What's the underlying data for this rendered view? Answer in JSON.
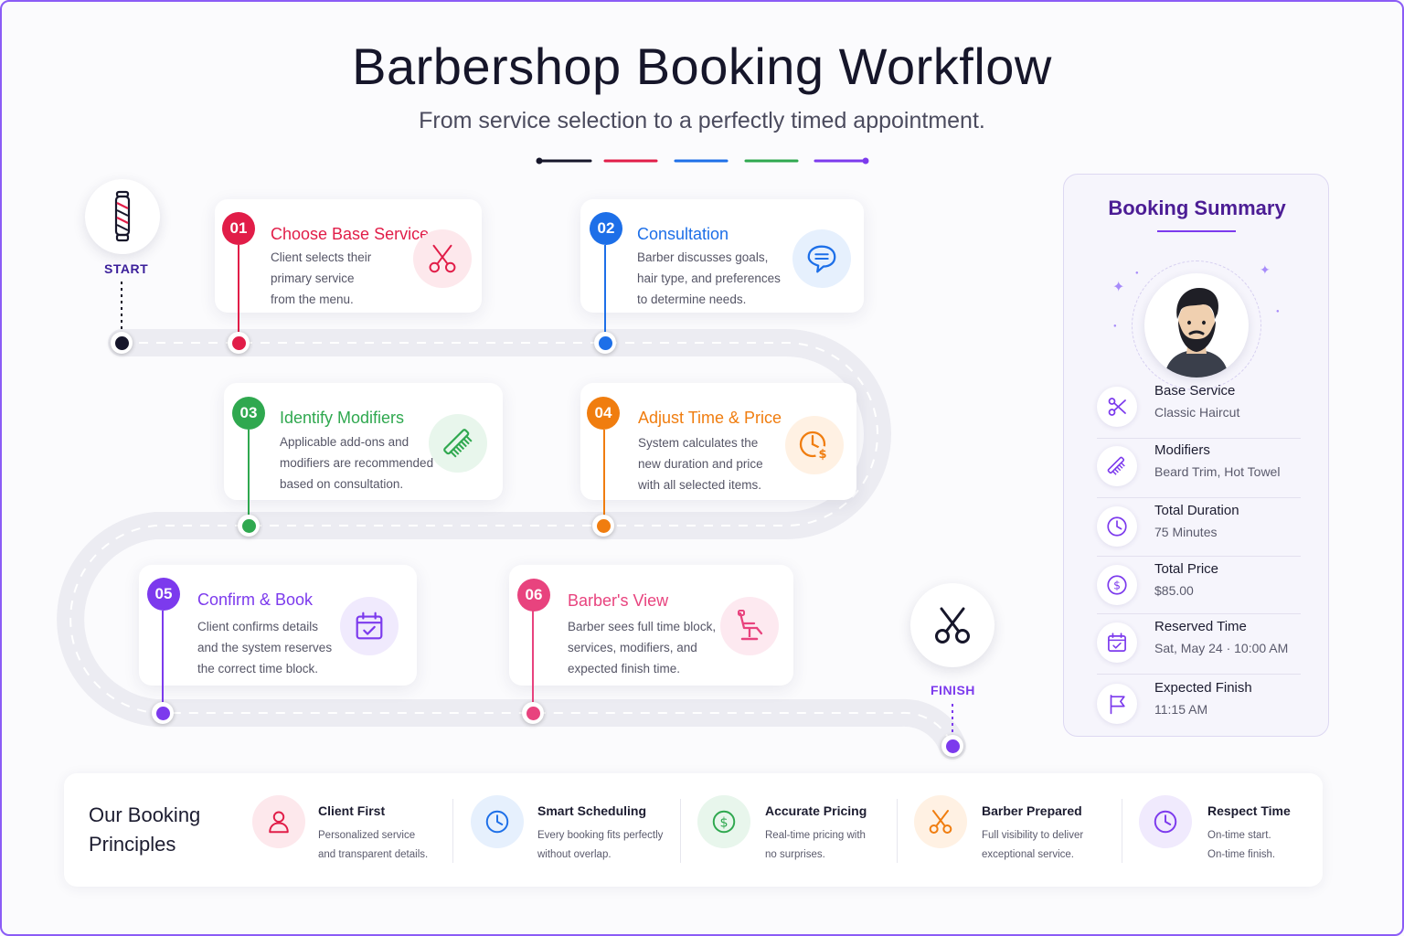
{
  "header": {
    "title": "Barbershop Booking Workflow",
    "subtitle": "From service selection to a perfectly timed appointment."
  },
  "colors": {
    "start": "#16162a",
    "step1": "#e11d48",
    "step2": "#1d6fe8",
    "step3": "#2fa84f",
    "step4": "#f07d0f",
    "step5": "#7c3aed",
    "step6": "#e8437e",
    "accent": "#7c3aed"
  },
  "markers": {
    "start_label": "START",
    "finish_label": "FINISH",
    "start_icon": "barber-pole-icon",
    "finish_icon": "scissors-icon"
  },
  "steps": [
    {
      "number": "01",
      "title": "Choose Base Service",
      "lines": [
        "Client selects their",
        "primary service",
        "from the menu."
      ],
      "icon": "scissors-icon"
    },
    {
      "number": "02",
      "title": "Consultation",
      "lines": [
        "Barber discusses goals,",
        "hair type, and preferences",
        "to determine needs."
      ],
      "icon": "chat-bubble-icon"
    },
    {
      "number": "03",
      "title": "Identify Modifiers",
      "lines": [
        "Applicable add-ons and",
        "modifiers are recommended",
        "based on consultation."
      ],
      "icon": "comb-icon"
    },
    {
      "number": "04",
      "title": "Adjust Time & Price",
      "lines": [
        "System calculates the",
        "new duration and price",
        "with all selected items."
      ],
      "icon": "clock-dollar-icon"
    },
    {
      "number": "05",
      "title": "Confirm & Book",
      "lines": [
        "Client confirms details",
        "and the system reserves",
        "the correct time block."
      ],
      "icon": "calendar-check-icon"
    },
    {
      "number": "06",
      "title": "Barber's View",
      "lines": [
        "Barber sees full time block,",
        "services, modifiers, and",
        "expected finish time."
      ],
      "icon": "barber-chair-icon"
    }
  ],
  "summary": {
    "title": "Booking Summary",
    "avatar_icon": "bearded-man-avatar-icon",
    "rows": [
      {
        "label": "Base Service",
        "value": "Classic Haircut",
        "icon": "scissors-icon"
      },
      {
        "label": "Modifiers",
        "value": "Beard Trim, Hot Towel",
        "icon": "comb-icon"
      },
      {
        "label": "Total Duration",
        "value": "75 Minutes",
        "icon": "clock-icon"
      },
      {
        "label": "Total Price",
        "value": "$85.00",
        "icon": "dollar-icon"
      },
      {
        "label": "Reserved Time",
        "value": "Sat, May 24 · 10:00 AM",
        "icon": "calendar-icon"
      },
      {
        "label": "Expected Finish",
        "value": "11:15 AM",
        "icon": "flag-icon"
      }
    ]
  },
  "principles": {
    "title_line1": "Our Booking",
    "title_line2": "Principles",
    "items": [
      {
        "title": "Client First",
        "line1": "Personalized service",
        "line2": "and transparent details.",
        "icon": "user-icon"
      },
      {
        "title": "Smart Scheduling",
        "line1": "Every booking fits perfectly",
        "line2": "without overlap.",
        "icon": "clock-icon"
      },
      {
        "title": "Accurate Pricing",
        "line1": "Real-time pricing with",
        "line2": "no surprises.",
        "icon": "dollar-icon"
      },
      {
        "title": "Barber Prepared",
        "line1": "Full visibility to deliver",
        "line2": "exceptional service.",
        "icon": "scissors-icon"
      },
      {
        "title": "Respect Time",
        "line1": "On-time start.",
        "line2": "On-time finish.",
        "icon": "clock-icon"
      }
    ]
  }
}
